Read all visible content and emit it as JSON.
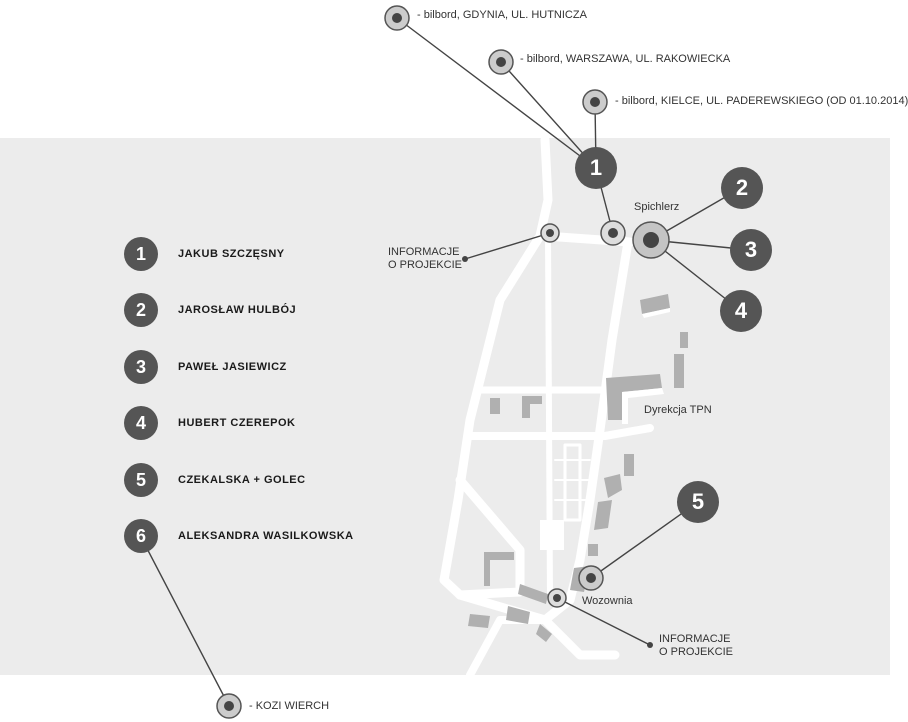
{
  "billboards": [
    {
      "label": "- bilbord, GDYNIA, UL. HUTNICZA"
    },
    {
      "label": "- bilbord, WARSZAWA, UL. RAKOWIECKA"
    },
    {
      "label": "- bilbord, KIELCE, UL. PADEREWSKIEGO (OD 01.10.2014)"
    },
    {
      "label": "- KOZI WIERCH"
    }
  ],
  "legend": [
    {
      "num": "1",
      "name": "JAKUB SZCZĘSNY"
    },
    {
      "num": "2",
      "name": "JAROSŁAW HULBÓJ"
    },
    {
      "num": "3",
      "name": "PAWEŁ JASIEWICZ"
    },
    {
      "num": "4",
      "name": "HUBERT CZEREPOK"
    },
    {
      "num": "5",
      "name": "CZEKALSKA + GOLEC"
    },
    {
      "num": "6",
      "name": "ALEKSANDRA WASILKOWSKA"
    }
  ],
  "map_badges": [
    "1",
    "2",
    "3",
    "4",
    "5"
  ],
  "places": {
    "spichlerz": "Spichlerz",
    "dyrekcja": "Dyrekcja TPN",
    "wozownia": "Wozownia",
    "info_top_line1": "INFORMACJE",
    "info_top_line2": "O PROJEKCIE",
    "info_bottom_line1": "INFORMACJE",
    "info_bottom_line2": "O PROJEKCIE"
  },
  "colors": {
    "band": "#ececec",
    "badge": "#555555",
    "road": "#ffffff",
    "building": "#b0b0b0"
  }
}
